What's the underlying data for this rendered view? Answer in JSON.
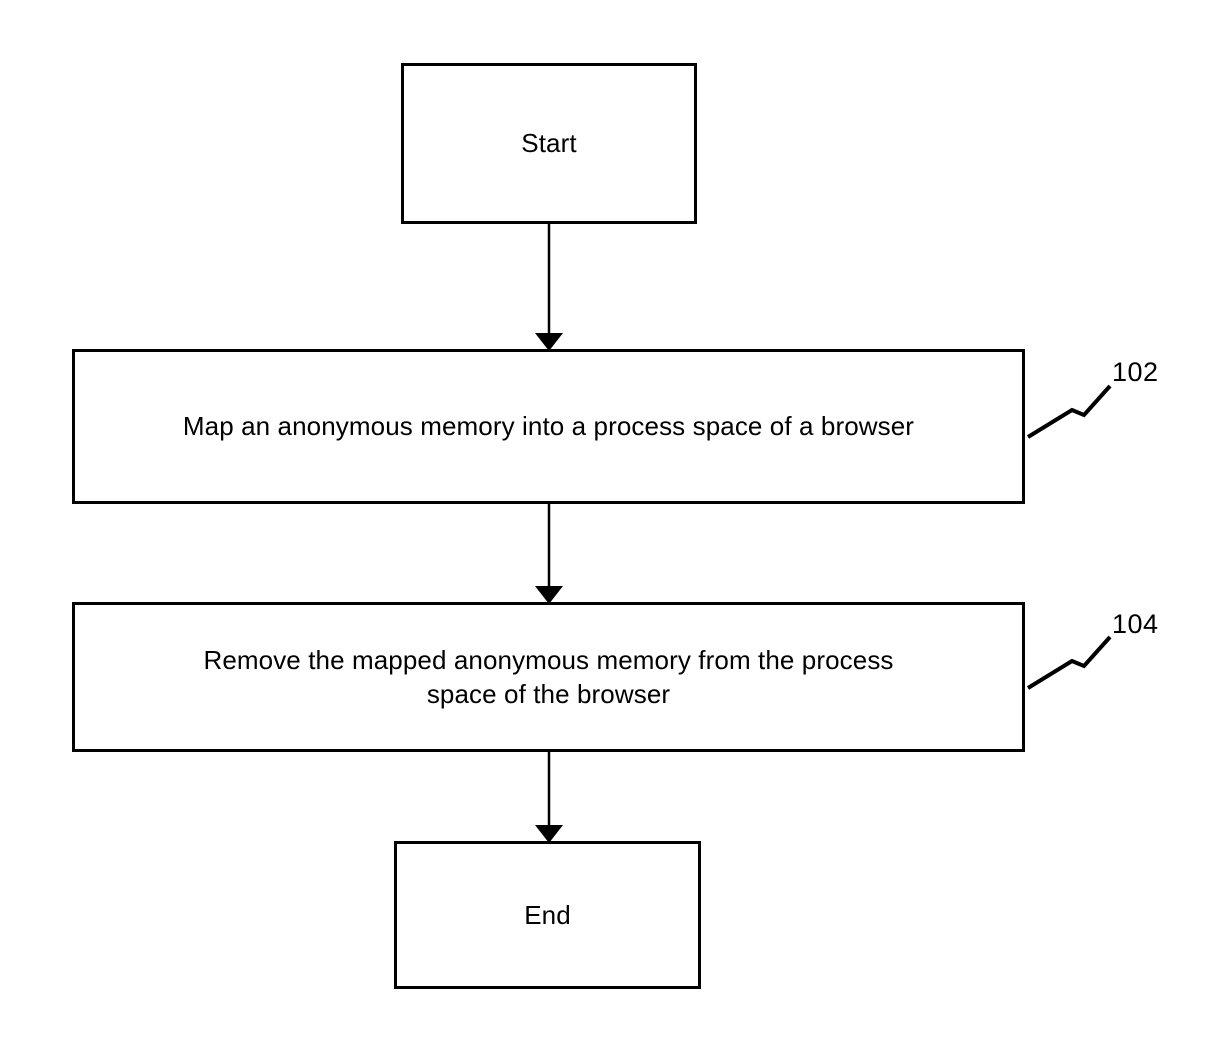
{
  "diagram": {
    "type": "flowchart",
    "orientation": "top-to-bottom",
    "background_color": "#ffffff",
    "stroke_color": "#000000",
    "text_color": "#000000",
    "nodes": [
      {
        "id": "start",
        "shape": "rectangle",
        "label": "Start"
      },
      {
        "id": "step_102",
        "shape": "rectangle",
        "label": "Map an anonymous memory into a process space of a browser",
        "reference_numeral": "102"
      },
      {
        "id": "step_104",
        "shape": "rectangle",
        "label": "Remove the mapped anonymous memory from the process\nspace of the browser",
        "reference_numeral": "104"
      },
      {
        "id": "end",
        "shape": "rectangle",
        "label": "End"
      }
    ],
    "connectors": [
      {
        "id": "start-to-102",
        "from": "start",
        "to": "step_102",
        "arrowhead": "solid-triangle"
      },
      {
        "id": "102-to-104",
        "from": "step_102",
        "to": "step_104",
        "arrowhead": "solid-triangle"
      },
      {
        "id": "104-to-end",
        "from": "step_104",
        "to": "end",
        "arrowhead": "solid-triangle"
      }
    ],
    "leaders": [
      {
        "id": "leader-102",
        "label": "102",
        "points_to": "step_102"
      },
      {
        "id": "leader-104",
        "label": "104",
        "points_to": "step_104"
      }
    ]
  }
}
